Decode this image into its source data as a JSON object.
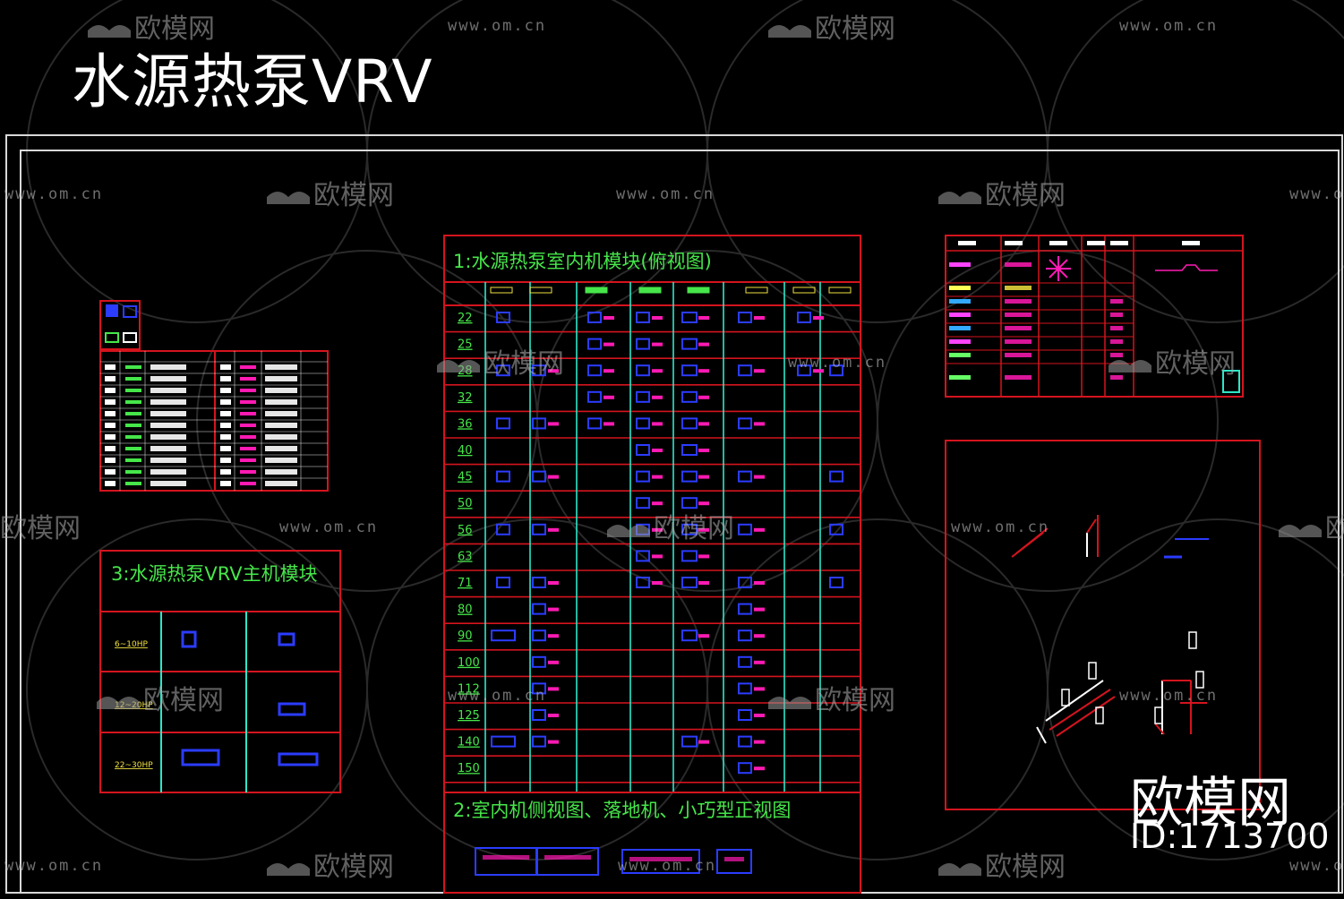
{
  "title": "水源热泵VRV",
  "watermark": {
    "logo_text": "欧模网",
    "url_text": "www.om.cn"
  },
  "brand": {
    "name": "欧模网",
    "id_text": "ID:1713700"
  },
  "module1": {
    "heading": "1:水源热泵室内机模块(俯视图)",
    "row_labels": [
      "22",
      "25",
      "28",
      "32",
      "36",
      "40",
      "45",
      "50",
      "56",
      "63",
      "71",
      "80",
      "90",
      "100",
      "112",
      "125",
      "140",
      "150"
    ]
  },
  "module2": {
    "heading": "2:室内机侧视图、落地机、小巧型正视图"
  },
  "module3": {
    "heading": "3:水源热泵VRV主机模块",
    "row_labels": [
      "6~10HP",
      "12~20HP",
      "22~30HP"
    ]
  },
  "colors": {
    "background": "#000000",
    "frame": "#ffffff",
    "table_line": "#d4141e",
    "divider": "#2ee6c8",
    "text_green": "#46e64a",
    "symbol_blue": "#2b3cff",
    "symbol_magenta": "#ff1ab3",
    "text_yellow": "#f0e040"
  }
}
